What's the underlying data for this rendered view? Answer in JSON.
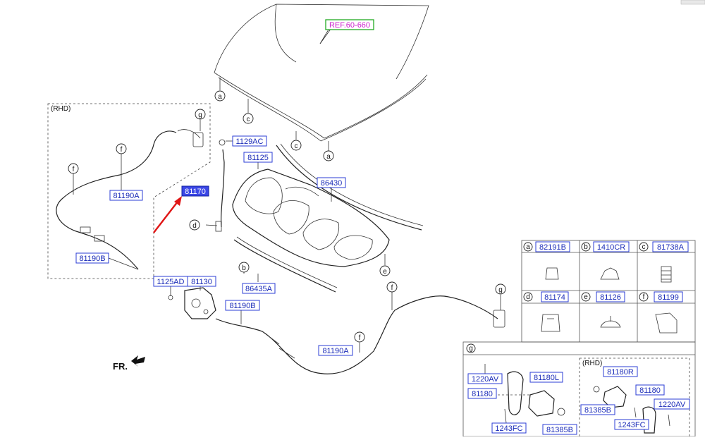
{
  "diagram": {
    "ref_label": "REF.60-660",
    "rhd_label": "(RHD)",
    "fr_label": "FR.",
    "parts": {
      "p81190A_top": "81190A",
      "p81190B_top": "81190B",
      "p81170": "81170",
      "p1129AC": "1129AC",
      "p81125": "81125",
      "p86430": "86430",
      "p86435A": "86435A",
      "p1125AD": "1125AD",
      "p81130": "81130",
      "p81190B_bottom": "81190B",
      "p81190A_bottom": "81190A"
    },
    "callouts": {
      "a": "a",
      "b": "b",
      "c": "c",
      "d": "d",
      "e": "e",
      "f": "f",
      "g": "g"
    }
  },
  "legend_table": {
    "cells": [
      {
        "letter": "a",
        "part": "82191B"
      },
      {
        "letter": "b",
        "part": "1410CR"
      },
      {
        "letter": "c",
        "part": "81738A"
      },
      {
        "letter": "d",
        "part": "81174"
      },
      {
        "letter": "e",
        "part": "81126"
      },
      {
        "letter": "f",
        "part": "81199"
      }
    ]
  },
  "detail_g": {
    "letter": "g",
    "rhd_label": "(RHD)",
    "left_parts": {
      "p1220AV": "1220AV",
      "p81180": "81180",
      "p81180L": "81180L",
      "p1243FC": "1243FC",
      "p81385B": "81385B"
    },
    "right_parts": {
      "p81180R": "81180R",
      "p81180": "81180",
      "p81385B": "81385B",
      "p1220AV": "1220AV",
      "p1243FC": "1243FC"
    }
  },
  "colors": {
    "part_label": "#1a2bb8",
    "part_border": "#2b3cd6",
    "selected_fill": "#3b47e6",
    "ref_text": "#cc1fcc",
    "ref_border": "#22aa22",
    "arrow": "#e01515"
  }
}
